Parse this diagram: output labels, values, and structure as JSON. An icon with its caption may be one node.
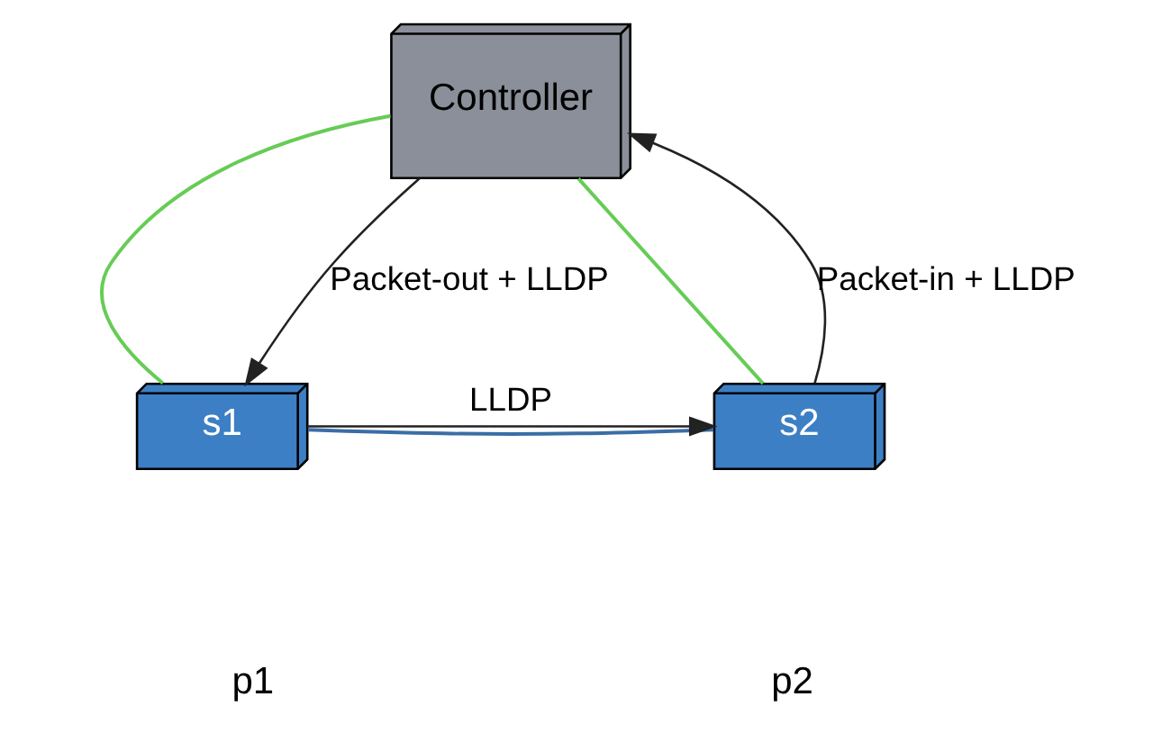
{
  "diagram": {
    "nodes": [
      {
        "text": [
          "Controller"
        ]
      },
      {
        "text": [
          "s1"
        ]
      },
      {
        "text": [
          "s2"
        ]
      }
    ],
    "edges": [
      {
        "from": 0,
        "to": 1,
        "arrow": "none",
        "color": "#66cc55"
      },
      {
        "from": 0,
        "to": 2,
        "arrow": "none",
        "color": "#66cc55"
      },
      {
        "from": 1,
        "to": 2,
        "arrow": "none",
        "color": "#3a6ea5"
      },
      {
        "from": 0,
        "to": 1,
        "arrow": "to",
        "label": "Packet-out + LLDP"
      },
      {
        "from": 2,
        "to": 0,
        "arrow": "to",
        "label": "Packet-in + LLDP"
      },
      {
        "from": 1,
        "to": 2,
        "arrow": "to",
        "label": "LLDP"
      }
    ],
    "labels": [
      "p1",
      "p2"
    ]
  }
}
